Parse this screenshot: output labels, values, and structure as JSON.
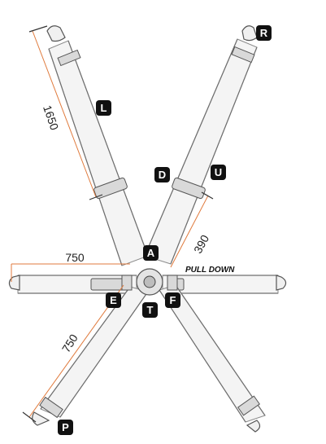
{
  "labels": {
    "R": "R",
    "L": "L",
    "D": "D",
    "U": "U",
    "A": "A",
    "E": "E",
    "F": "F",
    "T": "T",
    "P": "P"
  },
  "annotations": {
    "pull_down": "PULL DOWN"
  },
  "dimensions": {
    "shoulder_length": "1650",
    "upper_section": "390",
    "lap_length": "750",
    "crotch_length": "750"
  },
  "colors": {
    "dimension_line": "#e07a3c",
    "badge": "#111111",
    "strap": "#f4f4f4"
  }
}
